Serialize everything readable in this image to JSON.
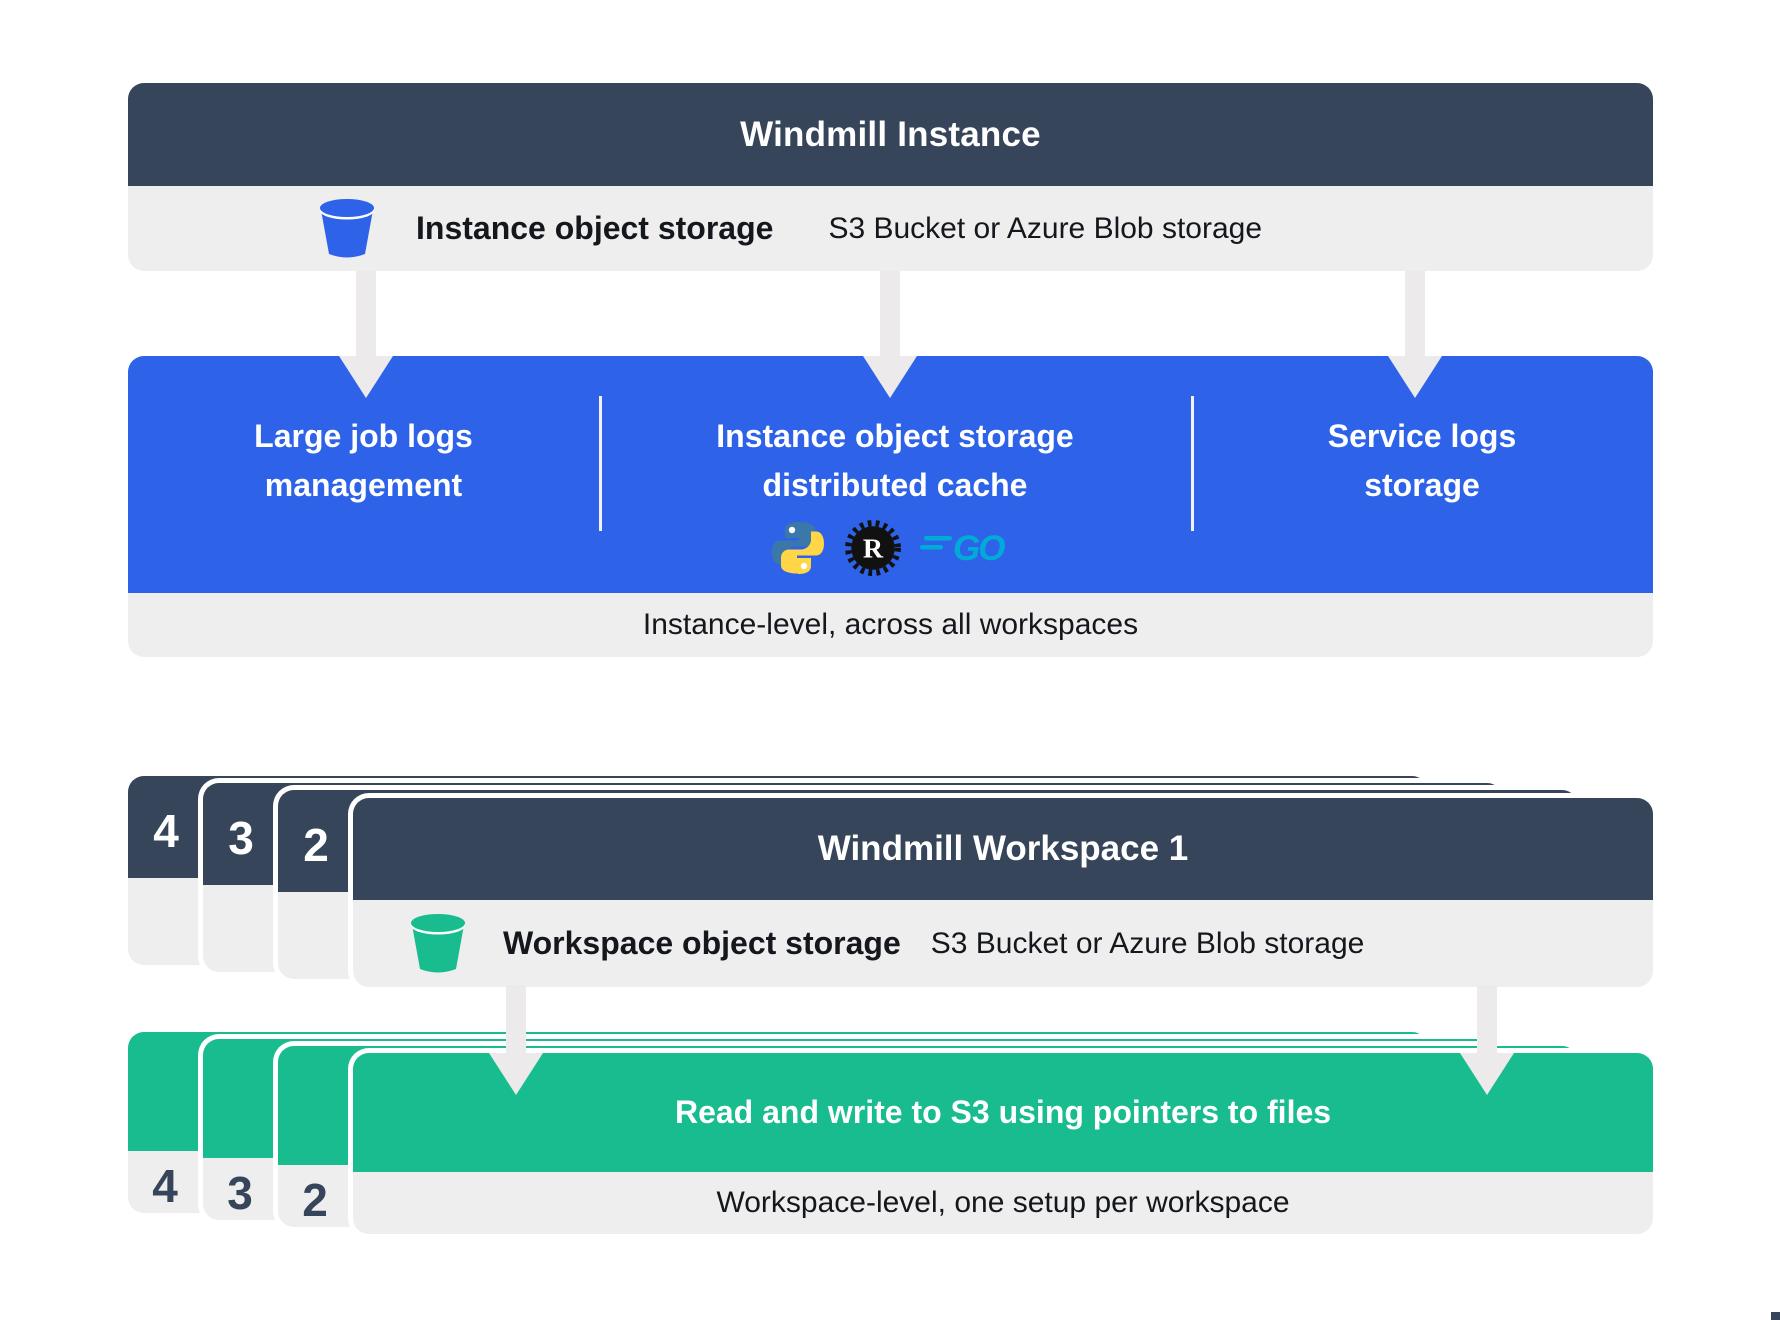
{
  "colors": {
    "slate": "#36455A",
    "blue": "#2E63E9",
    "green": "#18BC8F",
    "lightgray": "#EFEEEF",
    "arrowgray": "#ECEAEA",
    "text_dark": "#14171C",
    "python_blue": "#3B77A9",
    "python_yellow": "#FFD645",
    "rust_black": "#111111",
    "go_teal": "#00ACD7"
  },
  "instance": {
    "header": "Windmill Instance",
    "storage_row": {
      "icon": "bucket-icon",
      "label": "Instance object storage",
      "detail": "S3 Bucket or Azure Blob storage"
    },
    "features": [
      {
        "line1": "Large job logs",
        "line2": "management"
      },
      {
        "line1": "Instance object storage",
        "line2": "distributed cache"
      },
      {
        "line1": "Service logs",
        "line2": "storage"
      }
    ],
    "languages": [
      {
        "icon": "python-icon",
        "name": "Python"
      },
      {
        "icon": "rust-icon",
        "name": "Rust",
        "letter": "R"
      },
      {
        "icon": "go-icon",
        "name": "Go",
        "text": "GO"
      }
    ],
    "footer": "Instance-level, across all workspaces"
  },
  "workspace": {
    "stack_numbers": [
      "4",
      "3",
      "2"
    ],
    "header": "Windmill Workspace 1",
    "storage_row": {
      "icon": "bucket-icon",
      "label": "Workspace object storage",
      "detail": "S3 Bucket or Azure Blob storage"
    },
    "action": {
      "stack_numbers": [
        "4",
        "3",
        "2"
      ],
      "title": "Read and write to S3 using pointers to files",
      "footer": "Workspace-level, one setup per workspace"
    }
  }
}
